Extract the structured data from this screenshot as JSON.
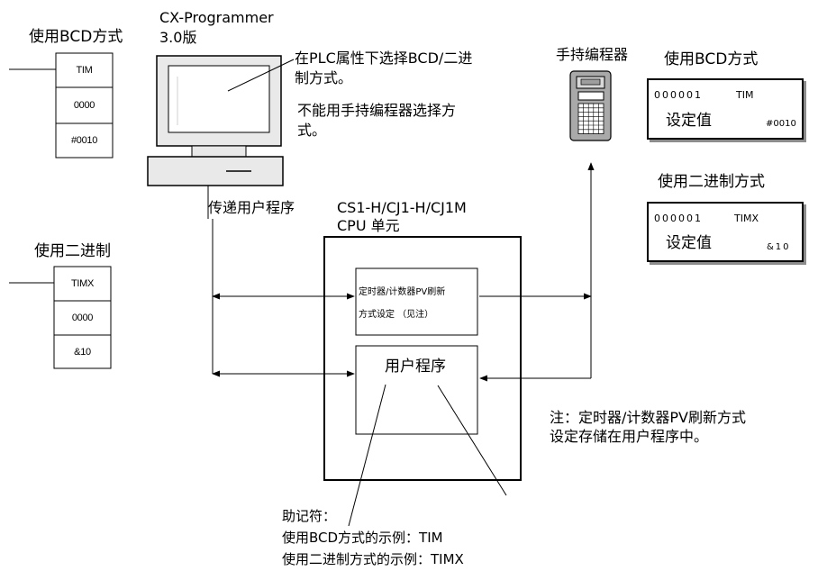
{
  "bcd_ladder": {
    "heading": "使用BCD方式",
    "cells": [
      "TIM",
      "0000",
      "#0010"
    ]
  },
  "binary_ladder": {
    "heading": "使用二进制",
    "cells": [
      "TIMX",
      "0000",
      "&10"
    ]
  },
  "software": {
    "name": "CX-Programmer",
    "version": "3.0版"
  },
  "plc_select_note": {
    "line1": "在PLC属性下选择BCD/二进",
    "line2": "制方式。"
  },
  "handheld_note": {
    "line1": "不能用手持编程器选择方",
    "line2": "式。"
  },
  "handheld": {
    "title": "手持编程器"
  },
  "bcd_display": {
    "heading": "使用BCD方式",
    "address": "000001",
    "instruction": "TIM",
    "setting_label": "设定值",
    "setting_value": "#0010"
  },
  "binary_display": {
    "heading": "使用二进制方式",
    "address": "000001",
    "instruction": "TIMX",
    "setting_label": "设定值",
    "setting_value": "&10"
  },
  "transfer": {
    "label": "传递用户程序"
  },
  "cpu": {
    "line1": "CS1-H/CJ1-H/CJ1M",
    "line2": "CPU 单元"
  },
  "pv_setting": {
    "line1": "定时器/计数器PV刷新",
    "line2": "方式设定 （见注）"
  },
  "user_program": {
    "label": "用户程序"
  },
  "note": {
    "line1": "注：定时器/计数器PV刷新方式",
    "line2": "设定存储在用户程序中。"
  },
  "mnemonic": {
    "line1": "助记符：",
    "line2": "使用BCD方式的示例：TIM",
    "line3": "使用二进制方式的示例：TIMX"
  }
}
